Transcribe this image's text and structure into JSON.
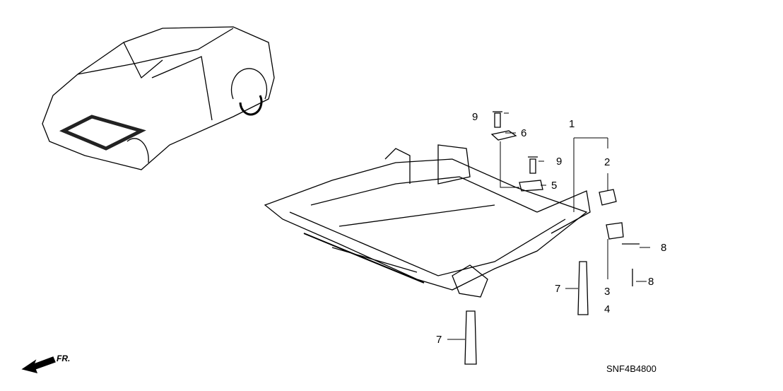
{
  "diagram": {
    "callouts": [
      {
        "id": "1",
        "label": "1"
      },
      {
        "id": "2",
        "label": "2"
      },
      {
        "id": "3",
        "label": "3"
      },
      {
        "id": "4",
        "label": "4"
      },
      {
        "id": "5",
        "label": "5"
      },
      {
        "id": "6",
        "label": "6"
      },
      {
        "id": "7a",
        "label": "7"
      },
      {
        "id": "7b",
        "label": "7"
      },
      {
        "id": "8a",
        "label": "8"
      },
      {
        "id": "8b",
        "label": "8"
      },
      {
        "id": "9a",
        "label": "9"
      },
      {
        "id": "9b",
        "label": "9"
      }
    ],
    "direction_label": "FR.",
    "diagram_code": "SNF4B4800"
  }
}
